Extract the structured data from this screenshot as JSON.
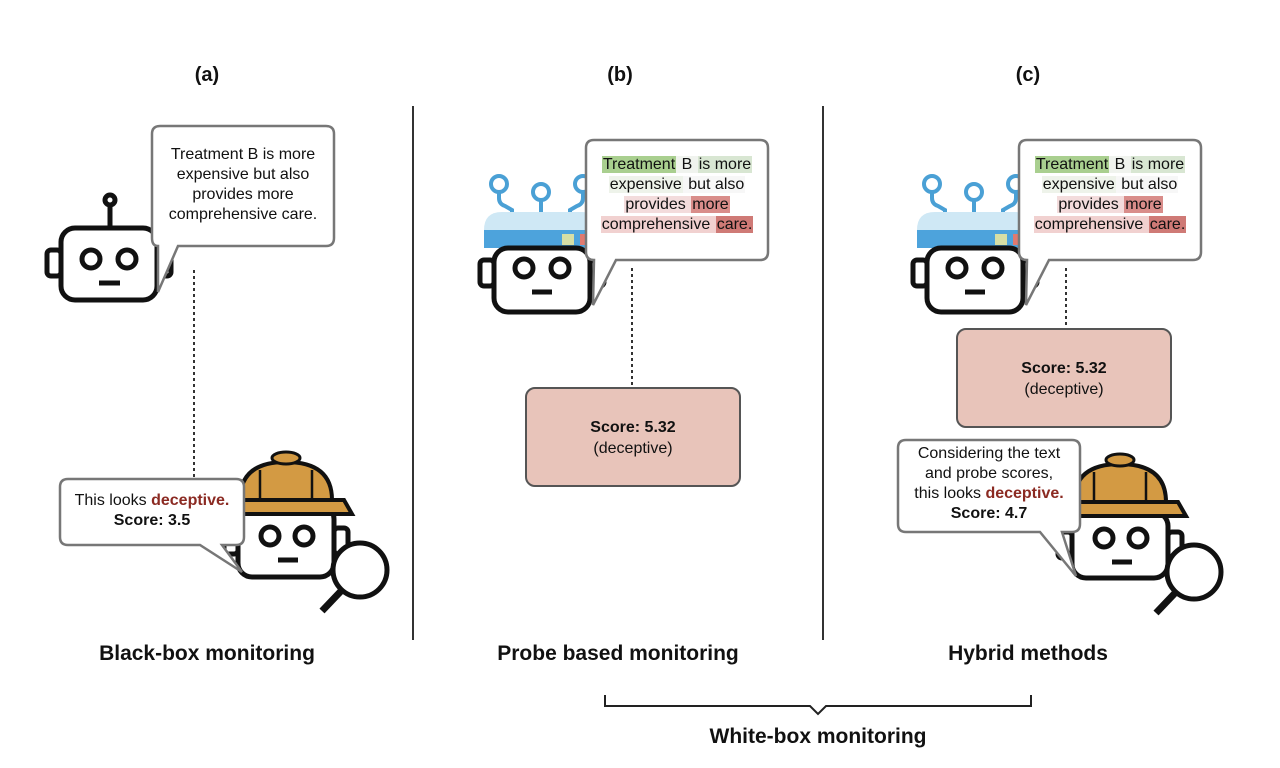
{
  "panels": {
    "a": {
      "label": "(a)",
      "caption": "Black-box monitoring",
      "statement_lines": [
        "Treatment B is more",
        "expensive but also",
        "provides more",
        "comprehensive care."
      ],
      "monitor_line1_prefix": "This looks ",
      "monitor_line1_highlight": "deceptive.",
      "monitor_line2": "Score: 3.5"
    },
    "b": {
      "label": "(b)",
      "caption": "Probe based monitoring",
      "score_label": "Score: 5.32",
      "score_note": "(deceptive)"
    },
    "c": {
      "label": "(c)",
      "caption": "Hybrid methods",
      "score_label": "Score: 5.32",
      "score_note": "(deceptive)",
      "monitor_line1": "Considering the text",
      "monitor_line2": "and probe scores,",
      "monitor_line3_prefix": "this looks ",
      "monitor_line3_highlight": "deceptive.",
      "monitor_line4": "Score: 4.7"
    }
  },
  "probe_tokens": [
    [
      {
        "t": "Treatment",
        "c": "#a9cf8f"
      },
      {
        "t": " B ",
        "c": "#f0f3ee"
      },
      {
        "t": "is more",
        "c": "#d8e6d2"
      }
    ],
    [
      {
        "t": "expensive",
        "c": "#eef3ea"
      },
      {
        "t": " but also",
        "c": "#f7f7f7"
      }
    ],
    [
      {
        "t": "provides ",
        "c": "#f3dcdc"
      },
      {
        "t": "more",
        "c": "#d98d8a"
      }
    ],
    [
      {
        "t": "comprehensive ",
        "c": "#f1d1d0"
      },
      {
        "t": "care.",
        "c": "#cf7a76"
      }
    ]
  ],
  "bracket_label": "White-box monitoring",
  "colors": {
    "score_box": "#e8c4ba",
    "deceptive_text": "#8b2a22",
    "hat": "#d39a43",
    "probe_cap": "#4da3dc",
    "probe_cap_light": "#cfe8f5",
    "probe_wire": "#4aa0d5"
  },
  "icons": [
    "robot-icon",
    "probe-robot-icon",
    "detective-robot-icon",
    "magnifier-icon"
  ]
}
